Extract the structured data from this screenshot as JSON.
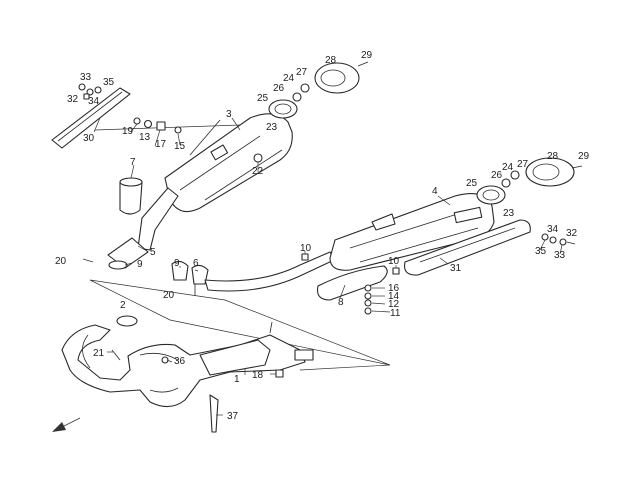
{
  "diagram": {
    "callouts": [
      "1",
      "2",
      "3",
      "4",
      "5",
      "6",
      "7",
      "8",
      "9",
      "10",
      "11",
      "12",
      "13",
      "14",
      "15",
      "16",
      "17",
      "18",
      "19",
      "20",
      "21",
      "22",
      "23",
      "24",
      "25",
      "26",
      "27",
      "28",
      "29",
      "30",
      "31",
      "32",
      "33",
      "34",
      "35",
      "36",
      "37"
    ]
  }
}
